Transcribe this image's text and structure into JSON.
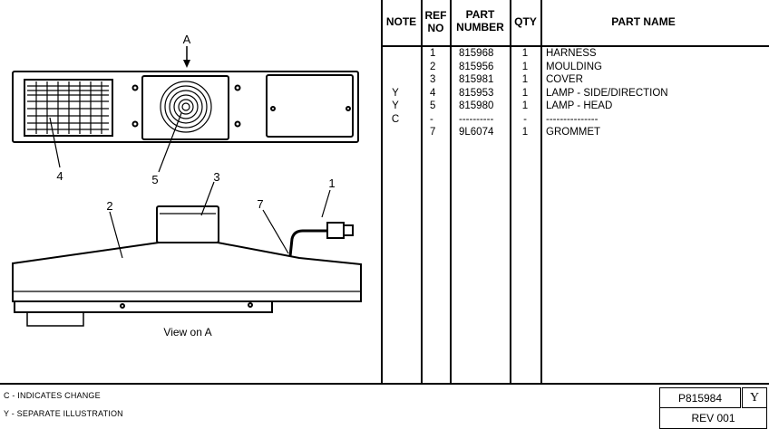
{
  "illustration": {
    "view_label": "View on A",
    "callouts": {
      "a": "A",
      "n1": "1",
      "n2": "2",
      "n3": "3",
      "n4": "4",
      "n5": "5",
      "n7": "7"
    }
  },
  "table": {
    "headers": {
      "note": "NOTE",
      "ref_1": "REF",
      "ref_2": "NO",
      "part_1": "PART",
      "part_2": "NUMBER",
      "qty": "QTY",
      "name": "PART NAME"
    },
    "rows": [
      {
        "note": "",
        "ref": "1",
        "part": "815968",
        "qty": "1",
        "name": "HARNESS"
      },
      {
        "note": "",
        "ref": "2",
        "part": "815956",
        "qty": "1",
        "name": "MOULDING"
      },
      {
        "note": "",
        "ref": "3",
        "part": "815981",
        "qty": "1",
        "name": "COVER"
      },
      {
        "note": "Y",
        "ref": "4",
        "part": "815953",
        "qty": "1",
        "name": "LAMP - SIDE/DIRECTION"
      },
      {
        "note": "Y",
        "ref": "5",
        "part": "815980",
        "qty": "1",
        "name": "LAMP - HEAD"
      },
      {
        "note": "C",
        "ref": "-",
        "part": "----------",
        "qty": "-",
        "name": "---------------"
      },
      {
        "note": "",
        "ref": "7",
        "part": "9L6074",
        "qty": "1",
        "name": "GROMMET"
      }
    ]
  },
  "footer": {
    "legend_c": "C - INDICATES CHANGE",
    "legend_y": "Y - SEPARATE ILLUSTRATION",
    "part_ref": "P815984",
    "flag": "Y",
    "revision": "REV 001"
  }
}
